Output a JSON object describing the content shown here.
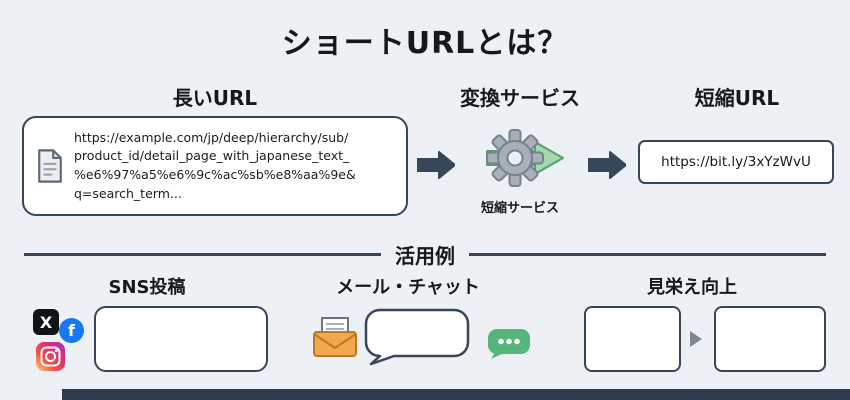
{
  "page": {
    "title": "ショートURLとは？"
  },
  "flow": {
    "long_url": {
      "heading": "長いURL",
      "url": "https://example.com/jp/deep/hierarchy/sub/\nproduct_id/detail_page_with_japanese_text_\n%e6%97%a5%e6%9c%ac%sb%e8%aa%9e&\nq=search_term..."
    },
    "converter": {
      "heading": "変換サービス",
      "caption": "短縮サービス"
    },
    "short_url": {
      "heading": "短縮URL",
      "url": "https://bit.ly/3xYzWvU"
    }
  },
  "examples": {
    "divider_label": "活用例",
    "sns": {
      "heading": "SNS投稿"
    },
    "mail": {
      "heading": "メール・チャット"
    },
    "appearance": {
      "heading": "見栄え向上"
    }
  },
  "icons": {
    "x_glyph": "X",
    "facebook_glyph": "f",
    "document_icon": "document",
    "arrow_right_icon": "block-arrow-right",
    "gear_icon": "gear-with-green-arrow",
    "instagram_icon": "instagram-camera",
    "envelope_icon": "envelope-with-letter",
    "speech_bubble_icon": "speech-bubble",
    "typing_bubble_icon": "typing-dots-bubble",
    "triangle_arrow_icon": "small-triangle-right"
  },
  "colors": {
    "background": "#edf0f4",
    "outline_navy": "#36475a",
    "arrow_dark": "#36475a",
    "green_arrow": "#a5d8b0",
    "green_bubble": "#54b678",
    "gear_gray": "#a7b0b8",
    "envelope_orange": "#f2a84c",
    "facebook_blue": "#1877f2",
    "x_black": "#0f1419",
    "bottom_bar": "#2e3d4e"
  }
}
